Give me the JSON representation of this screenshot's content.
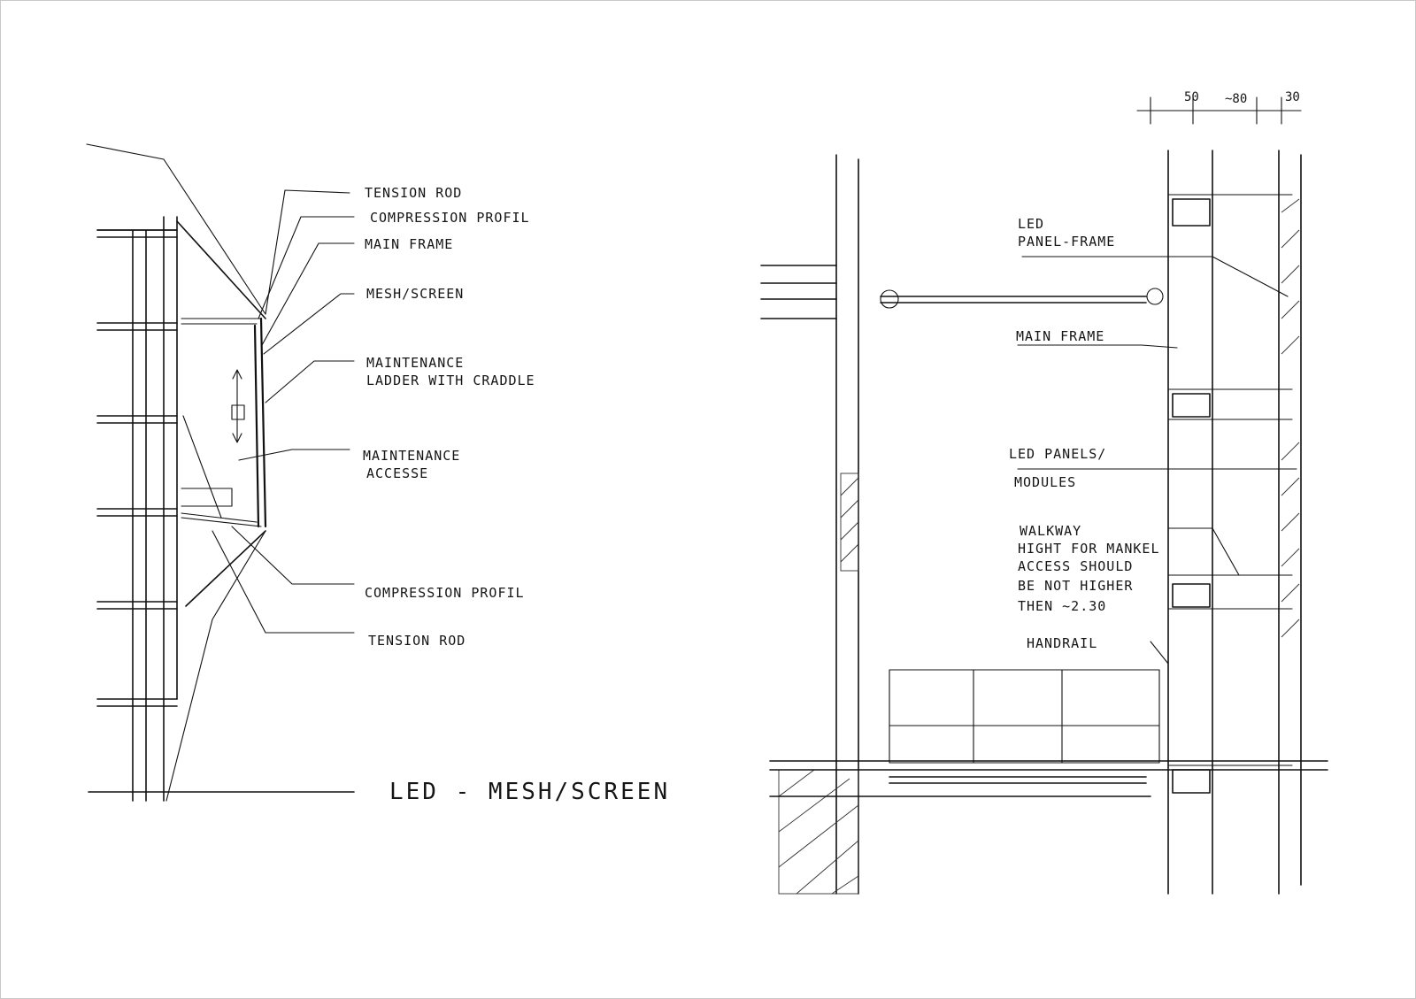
{
  "left_sketch": {
    "labels": [
      "Tension rod",
      "Compression profil",
      "Main frame",
      "Mesh/screen",
      "Maintenance",
      "ladder with craddle",
      "Maintenance",
      "accesse",
      "Compression profil",
      "Tension rod"
    ],
    "title": "LED - MESH/SCREEN"
  },
  "right_sketch": {
    "dimensions": [
      "50",
      "~80",
      "30"
    ],
    "labels": [
      "LED",
      "panel-frame",
      "Main frame",
      "LED panels/",
      "modules",
      "Walkway",
      "hight for mankel",
      "access should",
      "be not higher",
      "then ~2.30",
      "handrail"
    ]
  },
  "colors": {
    "ink": "#111111",
    "paper": "#ffffff",
    "border": "#c8c8c8"
  }
}
